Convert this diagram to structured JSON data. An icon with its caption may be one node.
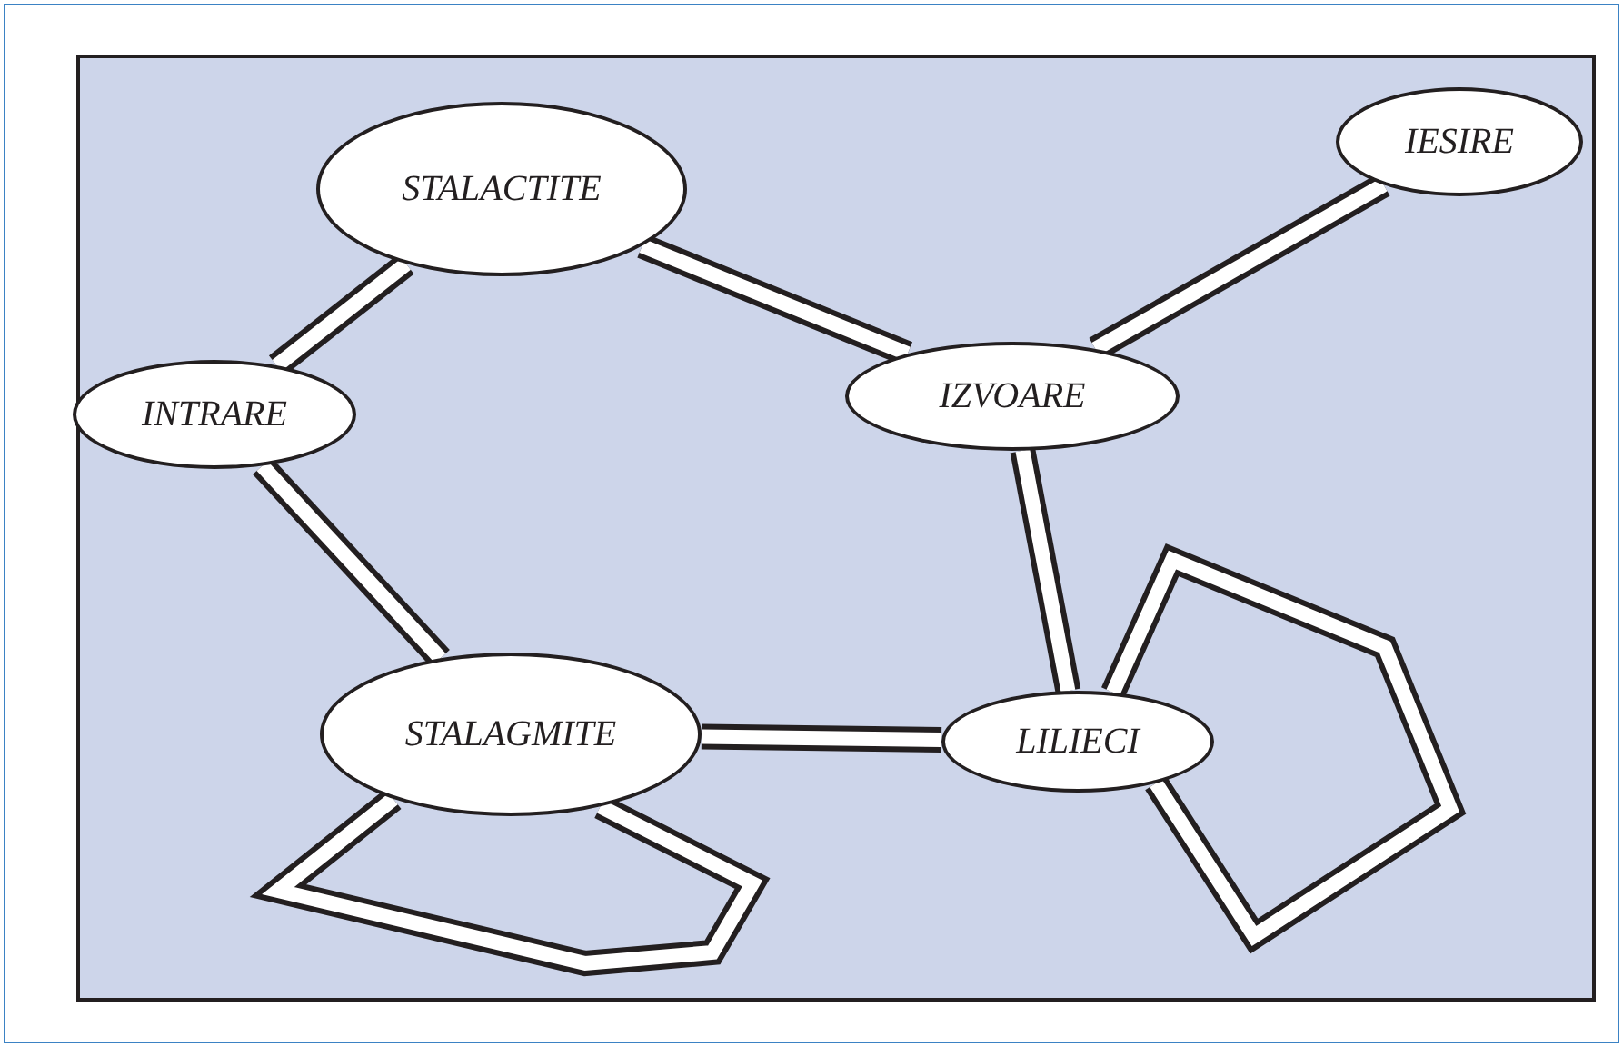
{
  "diagram": {
    "nodes": [
      {
        "text": [
          "STALACTITE"
        ]
      },
      {
        "text": [
          "IESIRE"
        ]
      },
      {
        "text": [
          "INTRARE"
        ]
      },
      {
        "text": [
          "IZVOARE"
        ]
      },
      {
        "text": [
          "STALAGMITE"
        ]
      },
      {
        "text": [
          "LILIECI"
        ]
      }
    ],
    "edges": [
      {
        "from": 2,
        "to": 0,
        "arrow": "none"
      },
      {
        "from": 0,
        "to": 3,
        "arrow": "none"
      },
      {
        "from": 3,
        "to": 1,
        "arrow": "none"
      },
      {
        "from": 2,
        "to": 4,
        "arrow": "none"
      },
      {
        "from": 4,
        "to": 5,
        "arrow": "none"
      },
      {
        "from": 3,
        "to": 5,
        "arrow": "none"
      },
      {
        "from": 4,
        "to": 4,
        "arrow": "none"
      },
      {
        "from": 5,
        "to": 5,
        "arrow": "none"
      }
    ]
  }
}
